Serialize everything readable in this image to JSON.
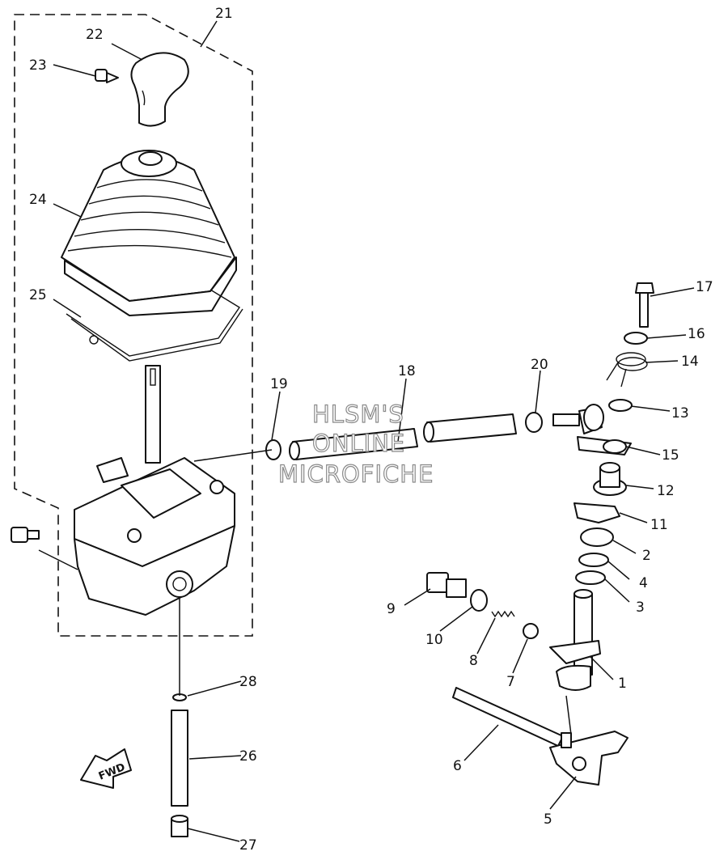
{
  "watermark": {
    "line1": "HLSM'S",
    "line2": "ONLINE",
    "line3": "MICROFICHE"
  },
  "direction_label": "FWD",
  "callouts": {
    "c1": "1",
    "c2": "2",
    "c3": "3",
    "c4": "4",
    "c5": "5",
    "c6": "6",
    "c7": "7",
    "c8": "8",
    "c9": "9",
    "c10": "10",
    "c11": "11",
    "c12": "12",
    "c13": "13",
    "c14": "14",
    "c15": "15",
    "c16": "16",
    "c17": "17",
    "c18": "18",
    "c19": "19",
    "c20": "20",
    "c21": "21",
    "c22": "22",
    "c23": "23",
    "c24": "24",
    "c25": "25",
    "c26": "26",
    "c27": "27",
    "c28": "28"
  }
}
